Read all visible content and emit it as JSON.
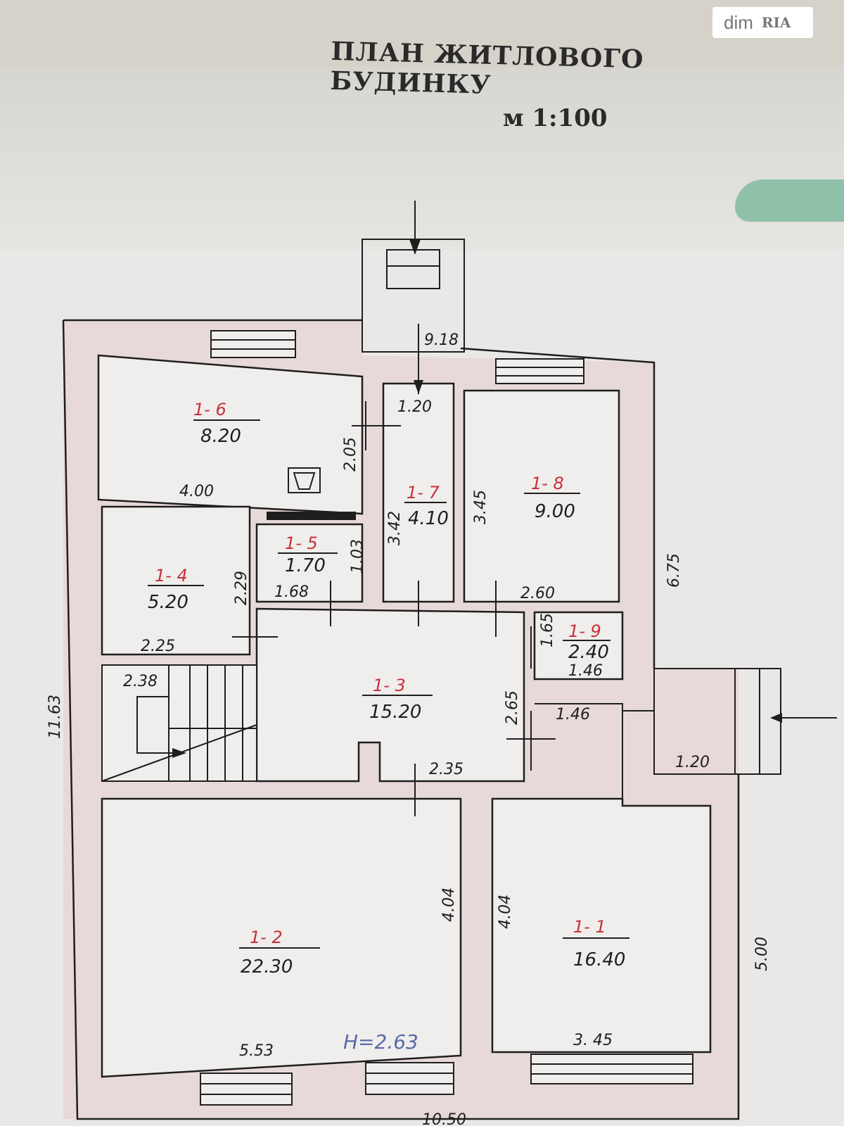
{
  "header": {
    "title": "ПЛАН ЖИТЛОВОГО БУДИНКУ",
    "scale": "м 1:100"
  },
  "watermark": {
    "brand_left": "dim",
    "brand_right": "RIA"
  },
  "rooms": [
    {
      "id": "1- 6",
      "area": "8.20"
    },
    {
      "id": "1- 7",
      "area": "4.10"
    },
    {
      "id": "1- 8",
      "area": "9.00"
    },
    {
      "id": "1- 5",
      "area": "1.70"
    },
    {
      "id": "1- 4",
      "area": "5.20"
    },
    {
      "id": "1- 9",
      "area": "2.40"
    },
    {
      "id": "1- 3",
      "area": "15.20"
    },
    {
      "id": "1- 2",
      "area": "22.30"
    },
    {
      "id": "1- 1",
      "area": "16.40"
    }
  ],
  "dimensions": {
    "d_918": "9.18",
    "d_120_top": "1.20",
    "d_205": "2.05",
    "d_400": "4.00",
    "d_342": "3.42",
    "d_345_a": "3.45",
    "d_675": "6.75",
    "d_229": "2.29",
    "d_103": "1.03",
    "d_168": "1.68",
    "d_260": "2.60",
    "d_165": "1.65",
    "d_146_a": "1.46",
    "d_225": "2.25",
    "d_238": "2.38",
    "d_265": "2.65",
    "d_146_b": "1.46",
    "d_120_right": "1.20",
    "d_235": "2.35",
    "d_1163": "11.63",
    "d_404_a": "4.04",
    "d_404_b": "4.04",
    "d_500": "5.00",
    "d_553": "5.53",
    "d_345_b": "3. 45",
    "d_1050": "10.50"
  },
  "ceiling_height": "H=2.63"
}
